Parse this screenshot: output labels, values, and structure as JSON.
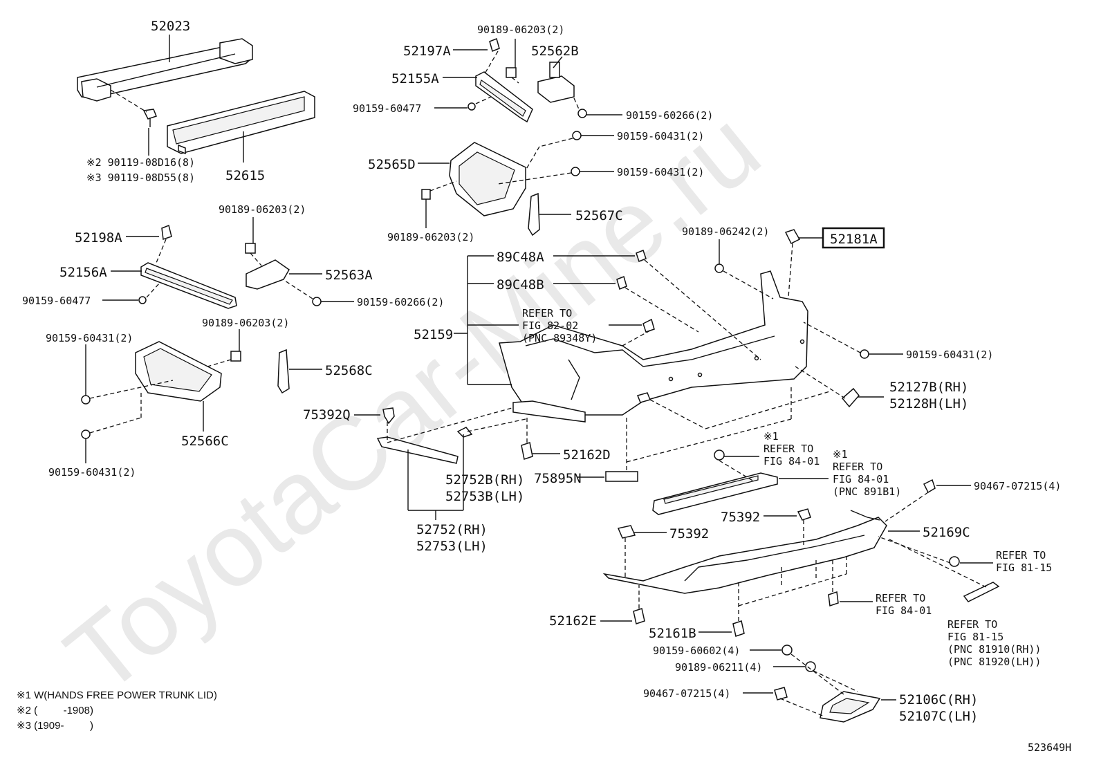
{
  "watermark": "ToyotaCar-Mine.ru",
  "diagram_code": "523649H",
  "notes": [
    "※1 W(HANDS FREE POWER TRUNK LID)",
    "※2 (         -1908)",
    "※3 (1909-         )"
  ],
  "labels": {
    "l52023": "52023",
    "l90119a": "※2 90119-08D16(8)",
    "l90119b": "※3 90119-08D55(8)",
    "l52615": "52615",
    "l90189_top": "90189-06203(2)",
    "l52197A": "52197A",
    "l52562B": "52562B",
    "l52155A": "52155A",
    "l90159_60477_top": "90159-60477",
    "l90159_60266_top": "90159-60266(2)",
    "l90159_60431_a": "90159-60431(2)",
    "l52565D": "52565D",
    "l90159_60431_b": "90159-60431(2)",
    "l90189_mid": "90189-06203(2)",
    "l52567C": "52567C",
    "l90189_left": "90189-06203(2)",
    "l52198A": "52198A",
    "l52156A": "52156A",
    "l52563A": "52563A",
    "l90159_60477_left": "90159-60477",
    "l90159_60266_left": "90159-60266(2)",
    "l90189_left2": "90189-06203(2)",
    "l90159_60431_c": "90159-60431(2)",
    "l52568C": "52568C",
    "l52566C": "52566C",
    "l90159_60431_d": "90159-60431(2)",
    "l90189_06242": "90189-06242(2)",
    "l52181A": "52181A",
    "l89C48A": "89C48A",
    "l89C48B": "89C48B",
    "l52159": "52159",
    "refer_8202_1": "REFER TO",
    "refer_8202_2": "FIG 82-02",
    "refer_8202_3": "(PNC 89348Y)",
    "l90159_60431_e": "90159-60431(2)",
    "l52127B": "52127B(RH)",
    "l52128H": "52128H(LH)",
    "l75392Q": "75392Q",
    "l52162D": "52162D",
    "l52752B": "52752B(RH)",
    "l52753B": "52753B(LH)",
    "l52752": "52752(RH)",
    "l52753": "52753(LH)",
    "l75895N": "75895N",
    "refer_8401a_mark": "※1",
    "refer_8401a_1": "REFER TO",
    "refer_8401a_2": "FIG 84-01",
    "refer_8401b_mark": "※1",
    "refer_8401b_1": "REFER TO",
    "refer_8401b_2": "FIG 84-01",
    "refer_8401b_3": "(PNC 891B1)",
    "l90467_top": "90467-07215(4)",
    "l75392_a": "75392",
    "l75392_b": "75392",
    "l52169C": "52169C",
    "refer_8115a_1": "REFER TO",
    "refer_8115a_2": "FIG 81-15",
    "refer_8401c_1": "REFER TO",
    "refer_8401c_2": "FIG 84-01",
    "refer_8115b_1": "REFER TO",
    "refer_8115b_2": "FIG 81-15",
    "refer_8115b_3": "(PNC 81910(RH))",
    "refer_8115b_4": "(PNC 81920(LH))",
    "l52162E": "52162E",
    "l52161B": "52161B",
    "l90159_60602": "90159-60602(4)",
    "l90189_06211": "90189-06211(4)",
    "l90467_bottom": "90467-07215(4)",
    "l52106C": "52106C(RH)",
    "l52107C": "52107C(LH)"
  }
}
